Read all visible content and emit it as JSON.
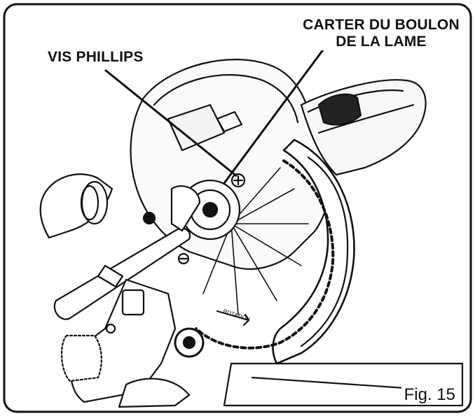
{
  "figure": {
    "callouts": {
      "phillips_screw": "VIS PHILLIPS",
      "blade_bolt_cover_line1": "CARTER DU BOULON",
      "blade_bolt_cover_line2": "DE LA LAME"
    },
    "caption": "Fig. 15",
    "rotation_arrow_text": "ROTATION",
    "colors": {
      "ink": "#111111",
      "paper": "#ffffff",
      "tint": "#f3f3f3"
    }
  }
}
